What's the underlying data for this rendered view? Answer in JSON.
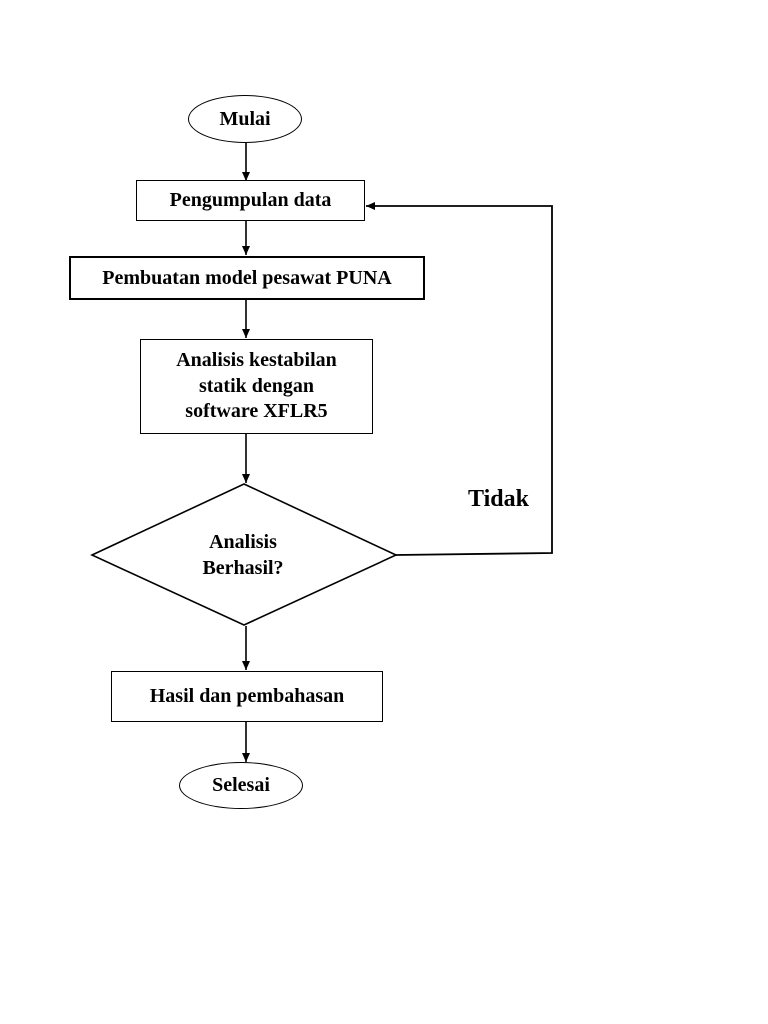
{
  "flowchart": {
    "start": "Mulai",
    "step1": "Pengumpulan data",
    "step2": "Pembuatan model pesawat PUNA",
    "step3": [
      "Analisis kestabilan",
      "statik dengan",
      "software XFLR5"
    ],
    "decision": [
      "Analisis",
      "Berhasil?"
    ],
    "no_label": "Tidak",
    "step4": "Hasil dan pembahasan",
    "end": "Selesai"
  }
}
